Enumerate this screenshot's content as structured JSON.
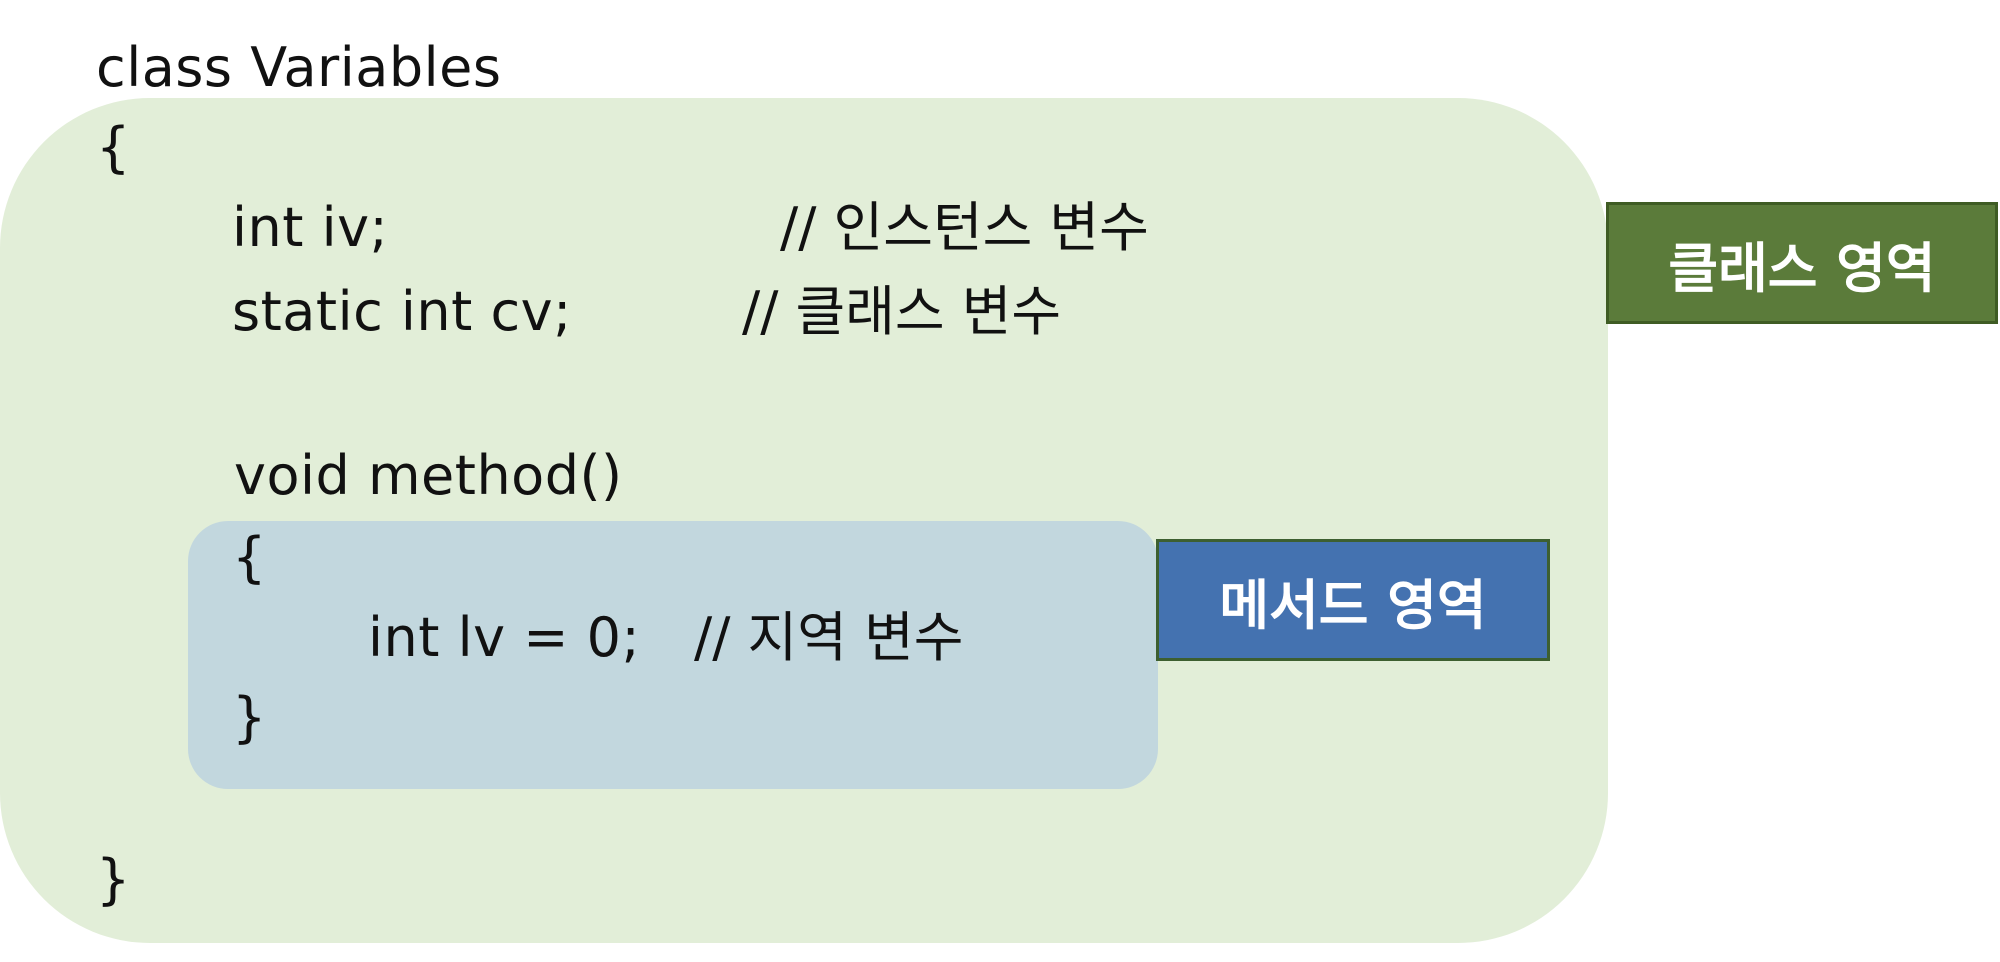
{
  "code": {
    "class_decl": "class Variables",
    "open_brace": "{",
    "iv_code": "int iv;",
    "iv_comment": "// 인스턴스 변수",
    "cv_code": "static int cv;",
    "cv_comment": "// 클래스 변수",
    "method_decl": "void method()",
    "method_open": "{",
    "lv_code": "int lv = 0;",
    "lv_comment": "// 지역 변수",
    "method_close": "}",
    "close_brace": "}"
  },
  "labels": {
    "class_area": "클래스 영역",
    "method_area": "메서드 영역"
  },
  "colors": {
    "class_area_fill": "#e2eed8",
    "method_area_fill": "#c2d7de",
    "class_tag": "#5b7b3a",
    "method_tag": "#4472b0"
  }
}
